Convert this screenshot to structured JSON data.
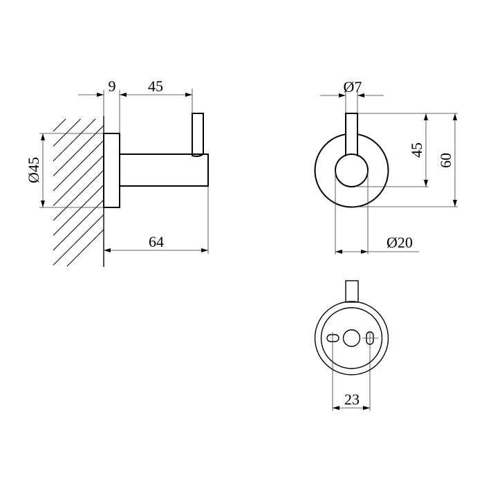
{
  "side_view": {
    "dim_plate_thickness": "9",
    "dim_pin_offset": "45",
    "dim_plate_diameter": "Ø45",
    "dim_total_depth": "64"
  },
  "front_view": {
    "dim_pin_diameter": "Ø7",
    "dim_pin_height": "45",
    "dim_total_height": "60",
    "dim_rod_diameter": "Ø20"
  },
  "rear_view": {
    "dim_hole_spacing": "23"
  },
  "colors": {
    "line": "#000000",
    "dimension": "#333333"
  }
}
